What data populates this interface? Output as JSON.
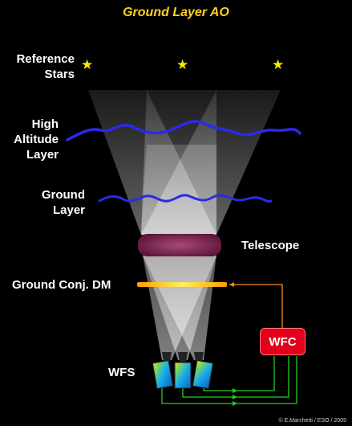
{
  "title": "Ground Layer AO",
  "labels": {
    "reference_stars_line1": "Reference",
    "reference_stars_line2": "Stars",
    "high_altitude_line1": "High",
    "high_altitude_line2": "Altitude",
    "high_altitude_line3": "Layer",
    "ground_layer_line1": "Ground",
    "ground_layer_line2": "Layer",
    "telescope": "Telescope",
    "ground_dm": "Ground Conj. DM",
    "wfc": "WFC",
    "wfs": "WFS"
  },
  "credit": "© E.Marchetti / ESO / 2005",
  "colors": {
    "title": "#ffd21a",
    "star": "#ffe600",
    "turbulence": "#2a2ae8",
    "telescope": "#7a2250",
    "dm": "#ffcc00",
    "wfc": "#e2001a",
    "loop_green": "#22cc22",
    "loop_orange": "#ff8c1a",
    "wfs": "#18a8e0"
  },
  "icons": [
    "star-icon",
    "star-icon",
    "star-icon"
  ]
}
